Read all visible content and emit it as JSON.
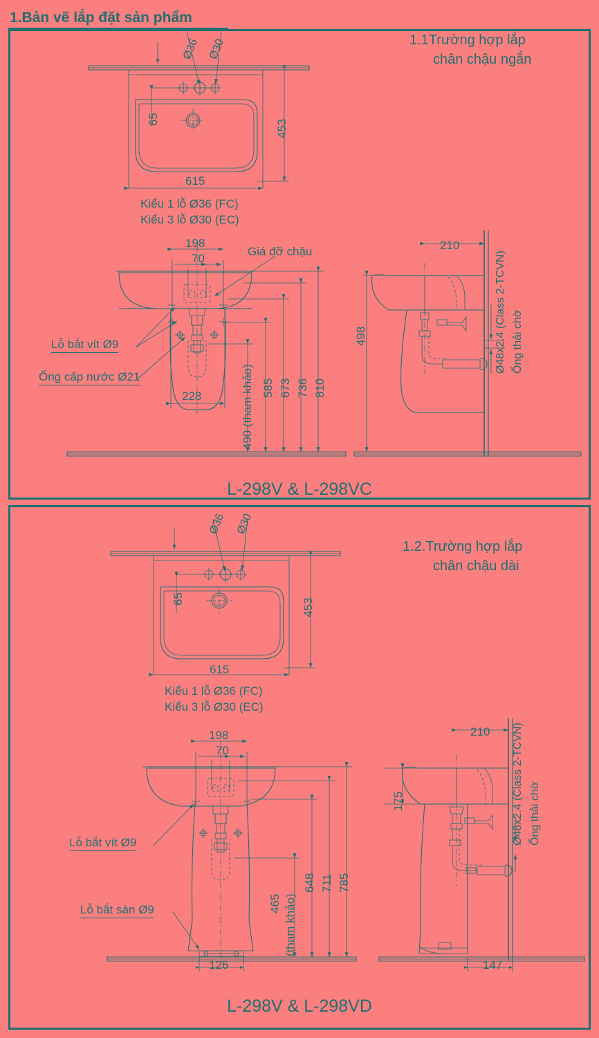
{
  "document": {
    "title": "1.Bản vẽ lắp đặt sản phẩm",
    "background_color": "#fc7f80",
    "line_color": "#1f7070"
  },
  "sections": [
    {
      "id": "section-1-1",
      "heading_line1": "1.1Trường hợp lắp",
      "heading_line2": "chân chậu ngắn",
      "model_label": "L-298V & L-298VC",
      "plan_view": {
        "hole_label_left": "Ø36",
        "hole_label_right": "Ø30",
        "dim_width": "615",
        "dim_height": "453",
        "dim_hole_offset": "65",
        "caption_line1": "Kiểu 1 lỗ Ø36 (FC)",
        "caption_line2": "Kiểu 3 lỗ Ø30 (EC)"
      },
      "front_view": {
        "dim_198": "198",
        "dim_70": "70",
        "dim_228": "228",
        "dim_490": "490 (tham khảo)",
        "dim_585": "585",
        "dim_673": "673",
        "dim_736": "736",
        "dim_810": "810",
        "note_bracket": "Giá đỡ chậu",
        "note_screw": "Lỗ bắt vít Ø9",
        "note_supply": "Ống cấp nước Ø21"
      },
      "side_view": {
        "dim_210": "210",
        "dim_498": "498",
        "drain_line1": "Ø48x2.4 (Class 2-TCVN)",
        "drain_line2": "Ống thải chờ"
      }
    },
    {
      "id": "section-1-2",
      "heading_line1": "1.2.Trường hợp lắp",
      "heading_line2": "chân chậu dài",
      "model_label": "L-298V & L-298VD",
      "plan_view": {
        "hole_label_left": "Ø36",
        "hole_label_right": "Ø30",
        "dim_width": "615",
        "dim_height": "453",
        "dim_hole_offset": "65",
        "caption_line1": "Kiểu 1 lỗ Ø36 (FC)",
        "caption_line2": "Kiểu 3 lỗ Ø30 (EC)"
      },
      "front_view": {
        "dim_198": "198",
        "dim_70": "70",
        "dim_126": "126",
        "dim_465": "465",
        "dim_465_ref": "(tham khảo)",
        "dim_648": "648",
        "dim_711": "711",
        "dim_785": "785",
        "note_screw": "Lỗ bắt vít Ø9",
        "note_floor": "Lỗ bắt sàn Ø9"
      },
      "side_view": {
        "dim_210": "210",
        "dim_175": "175",
        "dim_147": "147",
        "drain_line1": "Ø48x2.4 (Class 2-TCVN)",
        "drain_line2": "Ống thải chờ"
      }
    }
  ]
}
